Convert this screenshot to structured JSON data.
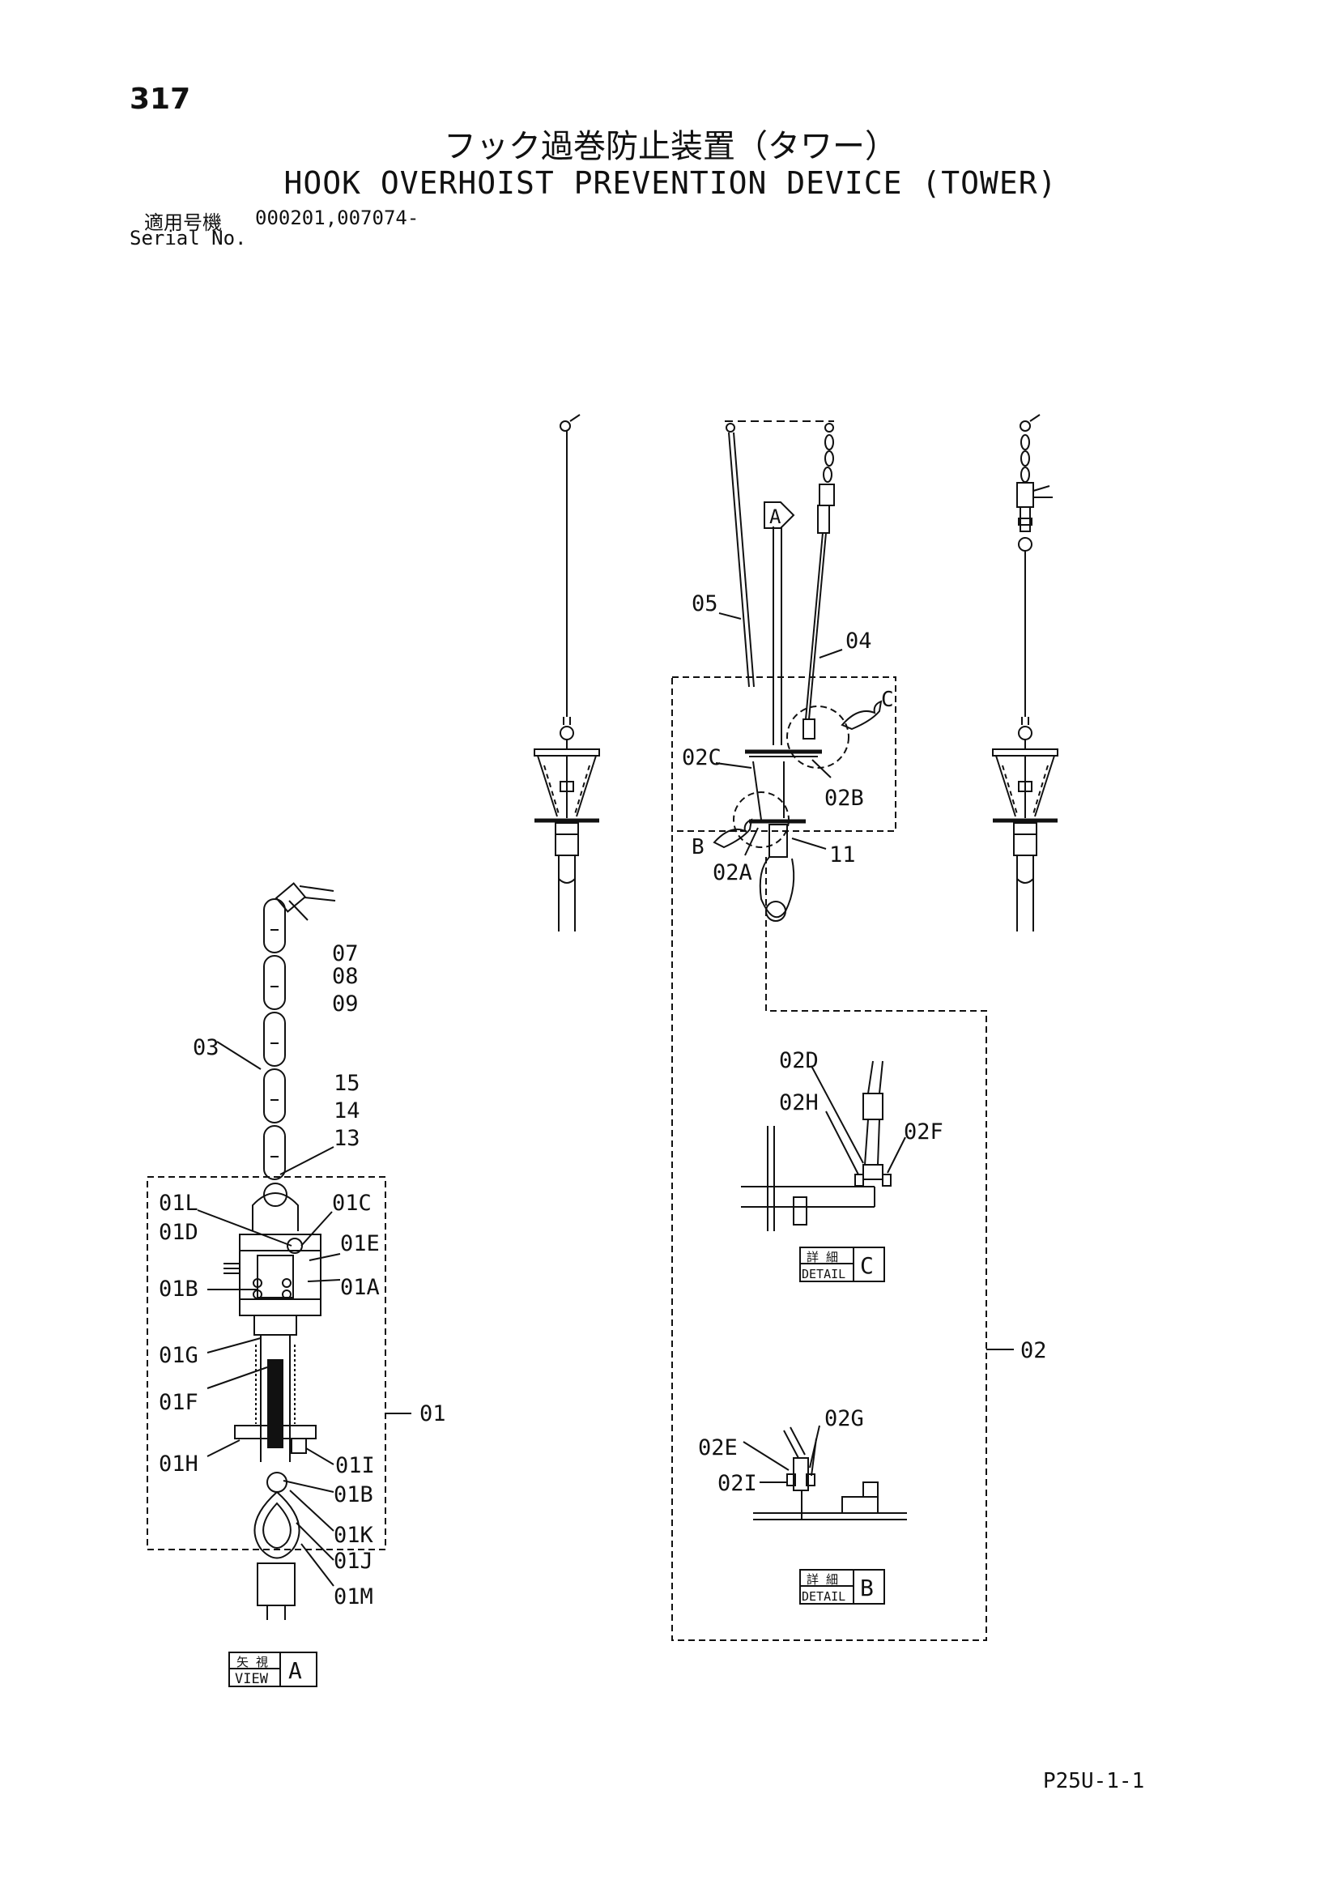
{
  "page_number": "317",
  "title_jp": "フック過巻防止装置（タワー）",
  "title_en": "HOOK OVERHOIST PREVENTION DEVICE (TOWER)",
  "serial_label_jp": "適用号機",
  "serial_numbers": "000201,007074-",
  "serial_label_en": "Serial No.",
  "footer_code": "P25U-1-1",
  "view_markers": {
    "view_a": {
      "letter": "A",
      "jp": "矢 視",
      "en": "VIEW"
    },
    "detail_c": {
      "letter": "C",
      "jp": "詳 細",
      "en": "DETAIL"
    },
    "detail_b": {
      "letter": "B",
      "jp": "詳 細",
      "en": "DETAIL"
    },
    "arrow_a": "A",
    "arrow_b": "B",
    "arrow_c": "C"
  },
  "callouts": {
    "c05": "05",
    "c04": "04",
    "c02C": "02C",
    "c02B": "02B",
    "c02A": "02A",
    "c11": "11",
    "c07": "07",
    "c08": "08",
    "c09": "09",
    "c03": "03",
    "c15": "15",
    "c14": "14",
    "c13": "13",
    "c01L": "01L",
    "c01D": "01D",
    "c01C": "01C",
    "c01E": "01E",
    "c01B": "01B",
    "c01A": "01A",
    "c01G": "01G",
    "c01F": "01F",
    "c01H": "01H",
    "c01I": "01I",
    "c01B2": "01B",
    "c01K": "01K",
    "c01J": "01J",
    "c01M": "01M",
    "c01": "01",
    "c02D": "02D",
    "c02H": "02H",
    "c02F": "02F",
    "c02": "02",
    "c02G": "02G",
    "c02E": "02E",
    "c02I": "02I"
  }
}
